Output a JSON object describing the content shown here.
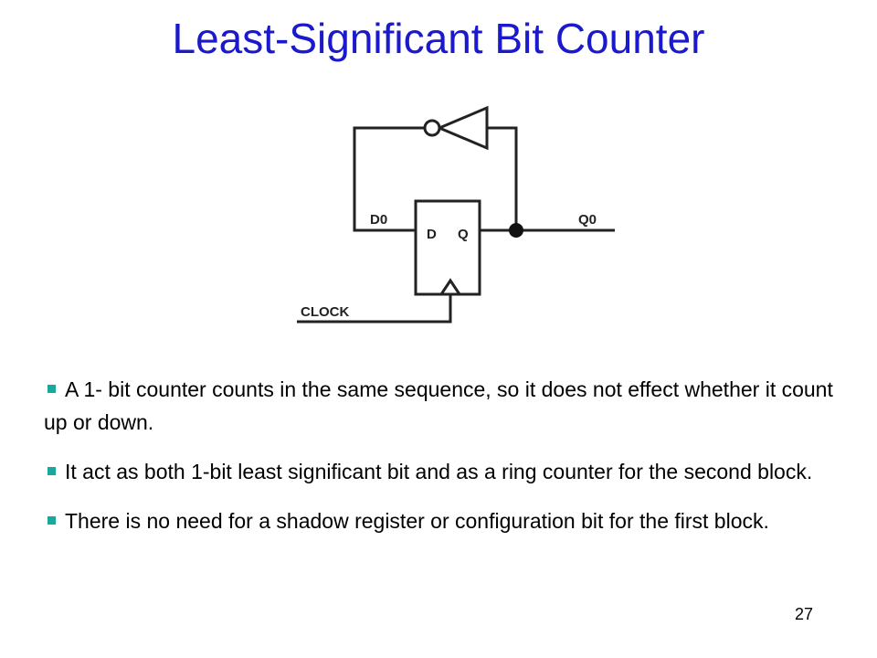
{
  "slide": {
    "title": "Least-Significant Bit Counter",
    "page_number": "27"
  },
  "diagram": {
    "labels": {
      "d0": "D0",
      "q0": "Q0",
      "d": "D",
      "q": "Q",
      "clock": "CLOCK"
    }
  },
  "bullets": [
    {
      "text": "A 1- bit counter counts in the same sequence, so it does not effect whether it count up or down."
    },
    {
      "text": "It act as both 1-bit least significant bit and as a ring counter for the second block."
    },
    {
      "text": "There is no need for a shadow register or configuration bit for the first block."
    }
  ],
  "colors": {
    "title": "#1a1acc",
    "bullet_marker": "#1aa89c"
  }
}
